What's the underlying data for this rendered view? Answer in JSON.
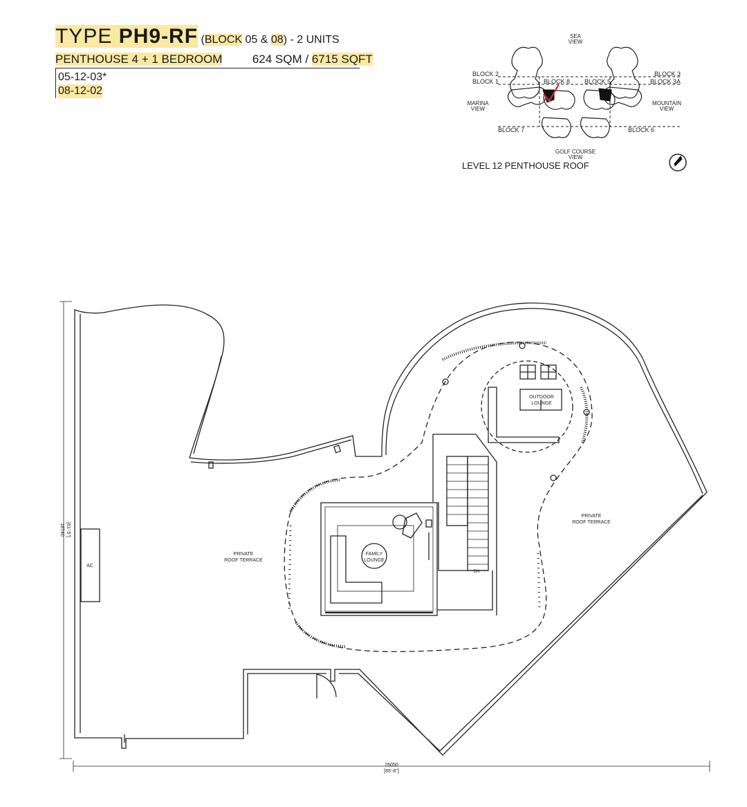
{
  "header": {
    "type_prefix": "TYPE ",
    "type_code": "PH9-RF",
    "block_open": "(",
    "block_word": "BLOCK",
    "block_a": " 05 & ",
    "block_b": "08",
    "block_close": ") - 2 UNITS",
    "unit_type": "PENTHOUSE 4 + 1 BEDROOM",
    "area_sqm": "624 SQM / ",
    "area_sqft": "6715 SQFT",
    "units": [
      "05-12-03*",
      "08-12-02"
    ]
  },
  "key_plan": {
    "label": "LEVEL 12 PENTHOUSE ROOF",
    "views": {
      "sea": [
        "SEA",
        "VIEW"
      ],
      "marina": [
        "MARINA",
        "VIEW"
      ],
      "mountain": [
        "MOUNTAIN",
        "VIEW"
      ],
      "golf": [
        "GOLF COURSE",
        "VIEW"
      ]
    },
    "blocks": {
      "b2": "BLOCK 2",
      "b1": "BLOCK 1",
      "b8": "BLOCK 8",
      "b5": "BLOCK 5",
      "b3": "BLOCK 3",
      "b3a": "BLOCK 3A",
      "b7": "BLOCK 7",
      "b6": "BLOCK 6"
    }
  },
  "plan": {
    "private_roof_terrace_1": [
      "PRIVATE",
      "ROOF TERRACE"
    ],
    "private_roof_terrace_2": [
      "PRIVATE",
      "ROOF TERRACE"
    ],
    "outdoor_lounge": [
      "OUTDOOR",
      "LOUNGE"
    ],
    "family_lounge": [
      "FAMILY",
      "LOUNGE"
    ],
    "ac": "AC",
    "stair_dn": "DN",
    "dim_width": "26050",
    "dim_width_imp": "[85'-6\"]",
    "dim_depth": "18740",
    "dim_depth_imp": "[61'-5\"]"
  },
  "colors": {
    "highlight": "#fbe8a2",
    "line": "#222222",
    "check": "#d9262b"
  }
}
